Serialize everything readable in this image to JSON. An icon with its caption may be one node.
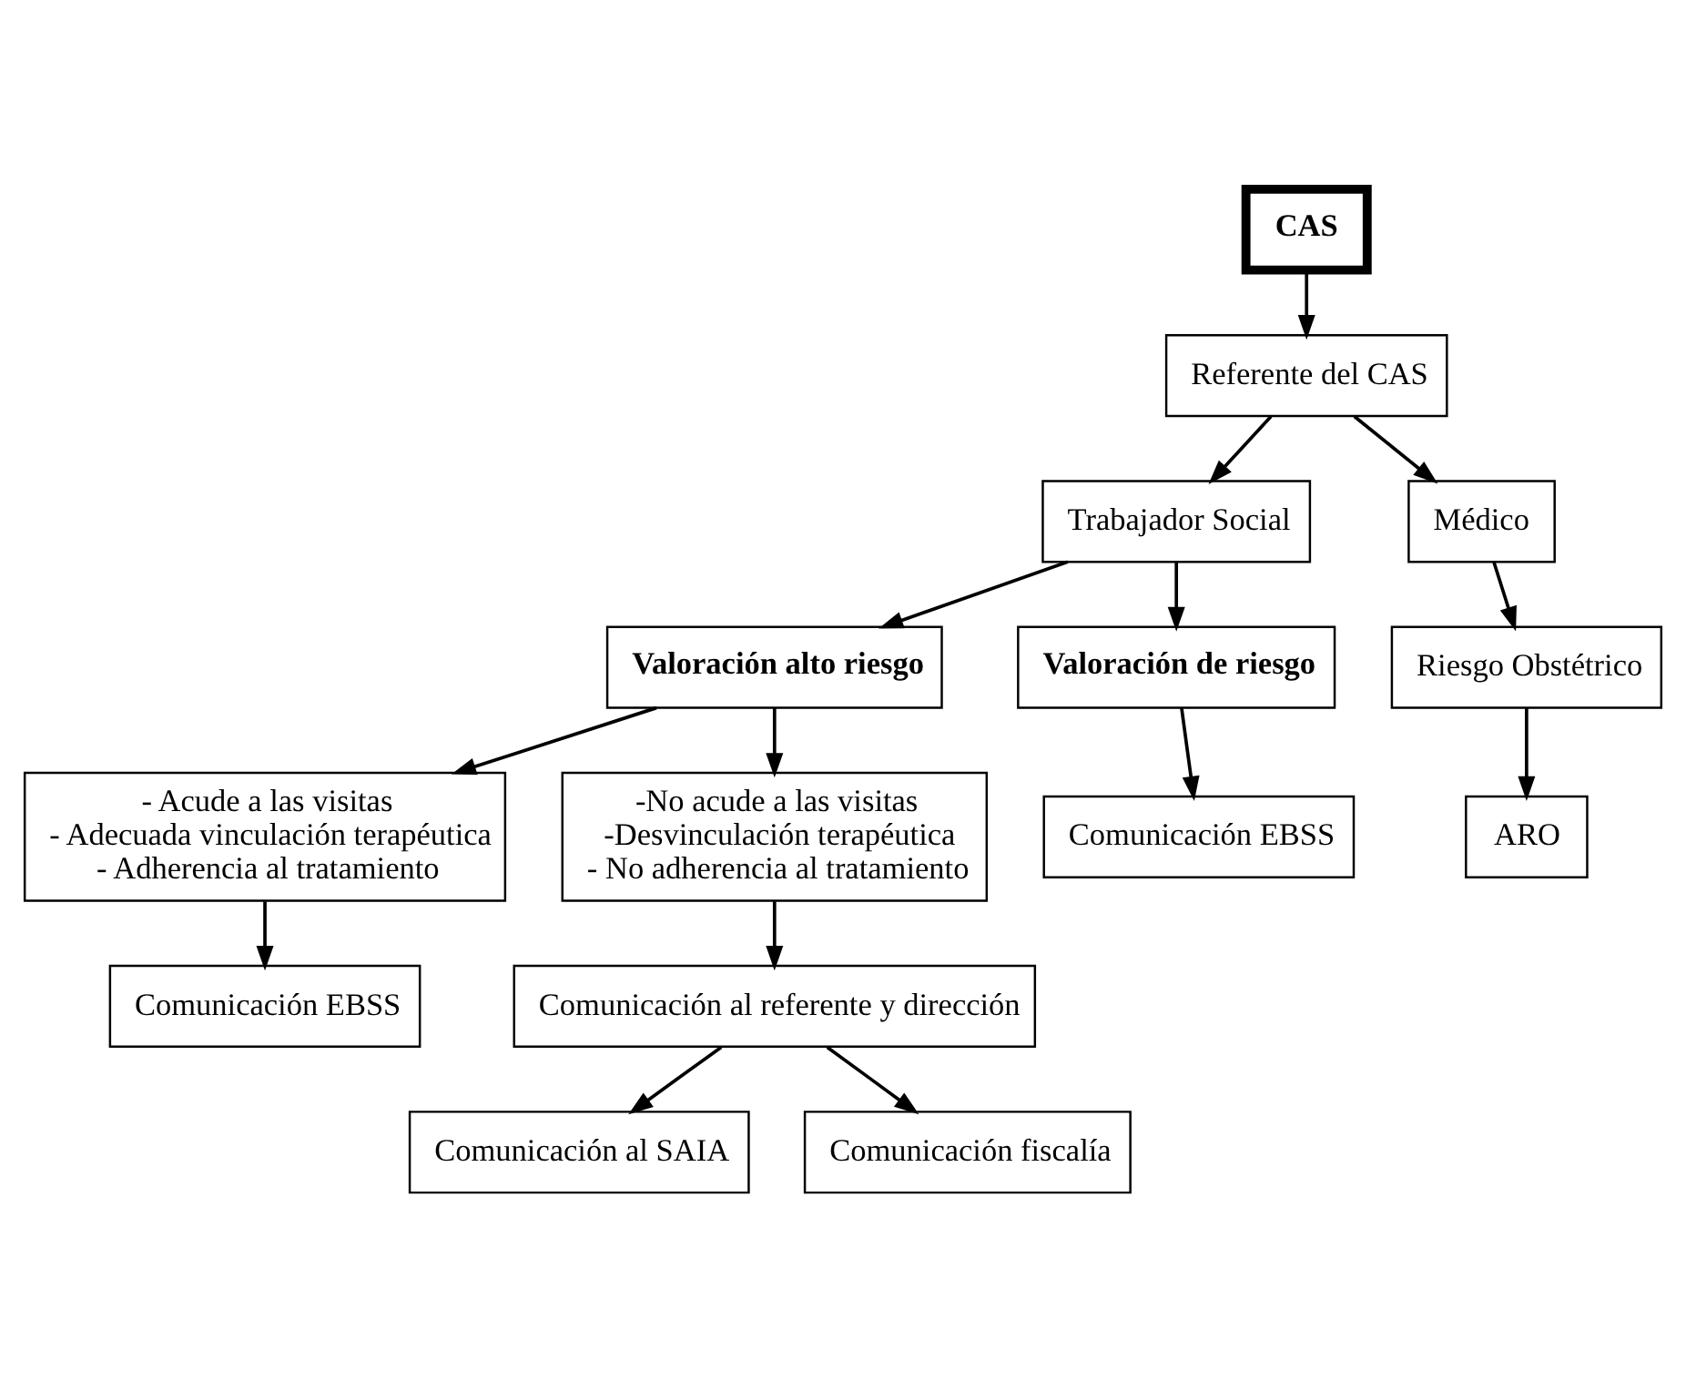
{
  "diagram": {
    "nodes": [
      {
        "text": [
          "CAS"
        ]
      },
      {
        "text": [
          "Referente del CAS"
        ]
      },
      {
        "text": [
          "Trabajador Social"
        ]
      },
      {
        "text": [
          "Médico"
        ]
      },
      {
        "text": [
          "Valoración alto riesgo"
        ]
      },
      {
        "text": [
          "Valoración de riesgo"
        ]
      },
      {
        "text": [
          "Riesgo Obstétrico"
        ]
      },
      {
        "text": [
          "ARO"
        ]
      },
      {
        "text": [
          "- Acude a las visitas",
          "- Adecuada vinculación terapéutica",
          "- Adherencia al tratamiento"
        ]
      },
      {
        "text": [
          "-No acude a las visitas",
          "-Desvinculación terapéutica",
          "- No adherencia al tratamiento"
        ]
      },
      {
        "text": [
          "Comunicación EBSS"
        ]
      },
      {
        "text": [
          "Comunicación al referente y dirección"
        ]
      },
      {
        "text": [
          "Comunicación EBSS"
        ]
      },
      {
        "text": [
          "Comunicación al SAIA"
        ]
      },
      {
        "text": [
          "Comunicación fiscalía"
        ]
      }
    ],
    "edges": [
      {
        "from": 0,
        "to": 1,
        "arrow": "to"
      },
      {
        "from": 1,
        "to": 2,
        "arrow": "to"
      },
      {
        "from": 1,
        "to": 3,
        "arrow": "to"
      },
      {
        "from": 2,
        "to": 4,
        "arrow": "to"
      },
      {
        "from": 2,
        "to": 5,
        "arrow": "to"
      },
      {
        "from": 3,
        "to": 6,
        "arrow": "to"
      },
      {
        "from": 6,
        "to": 7,
        "arrow": "to"
      },
      {
        "from": 4,
        "to": 8,
        "arrow": "to"
      },
      {
        "from": 4,
        "to": 9,
        "arrow": "to"
      },
      {
        "from": 5,
        "to": 10,
        "arrow": "to"
      },
      {
        "from": 9,
        "to": 11,
        "arrow": "to"
      },
      {
        "from": 8,
        "to": 12,
        "arrow": "to"
      },
      {
        "from": 11,
        "to": 13,
        "arrow": "to"
      },
      {
        "from": 11,
        "to": 14,
        "arrow": "to"
      }
    ]
  }
}
